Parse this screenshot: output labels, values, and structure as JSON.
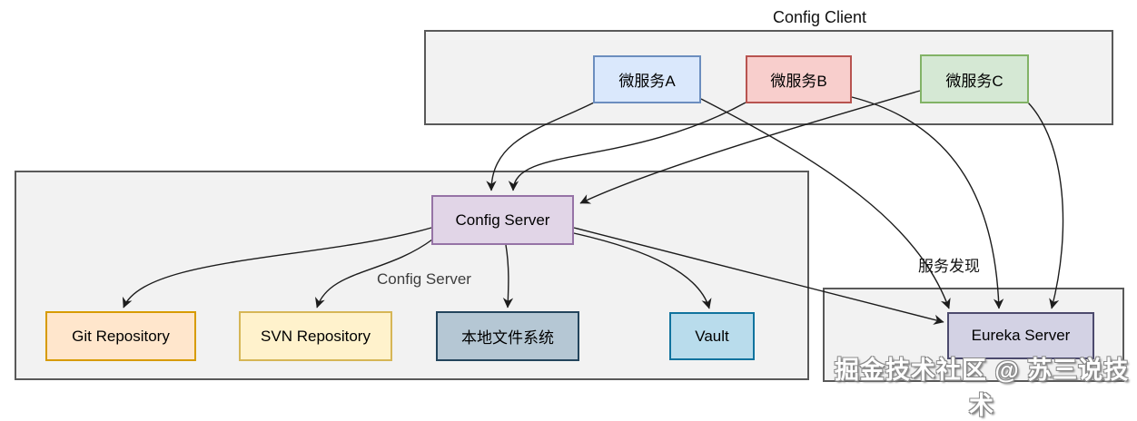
{
  "diagram": {
    "title_note": "Spring Cloud Config architecture diagram",
    "groups": {
      "config_client": {
        "label": "Config Client"
      },
      "config_server": {
        "label": "Config Server"
      },
      "service_discovery": {
        "label": "服务发现"
      }
    },
    "nodes": {
      "ms_a": {
        "label": "微服务A",
        "fill": "#dae8fc",
        "border": "#6c8ebf"
      },
      "ms_b": {
        "label": "微服务B",
        "fill": "#f8cecc",
        "border": "#b85450"
      },
      "ms_c": {
        "label": "微服务C",
        "fill": "#d5e8d4",
        "border": "#82b366"
      },
      "config_server": {
        "label": "Config Server",
        "fill": "#e1d5e7",
        "border": "#9673a6"
      },
      "git_repo": {
        "label": "Git Repository",
        "fill": "#ffe6cc",
        "border": "#d79b00"
      },
      "svn_repo": {
        "label": "SVN Repository",
        "fill": "#fff2cc",
        "border": "#d6b656"
      },
      "local_fs": {
        "label": "本地文件系统",
        "fill": "#b5c7d4",
        "border": "#23445c"
      },
      "vault": {
        "label": "Vault",
        "fill": "#b9dcec",
        "border": "#10739e"
      },
      "eureka": {
        "label": "Eureka Server",
        "fill": "#d3d2e4",
        "border": "#4c4a6d"
      }
    },
    "edges": [
      {
        "from": "微服务A",
        "to": "Config Server"
      },
      {
        "from": "微服务B",
        "to": "Config Server"
      },
      {
        "from": "微服务C",
        "to": "Config Server"
      },
      {
        "from": "Config Server",
        "to": "Git Repository"
      },
      {
        "from": "Config Server",
        "to": "SVN Repository"
      },
      {
        "from": "Config Server",
        "to": "本地文件系统"
      },
      {
        "from": "Config Server",
        "to": "Vault"
      },
      {
        "from": "Config Server",
        "to": "Eureka Server"
      },
      {
        "from": "微服务A",
        "to": "Eureka Server"
      },
      {
        "from": "微服务B",
        "to": "Eureka Server"
      },
      {
        "from": "微服务C",
        "to": "Eureka Server"
      }
    ],
    "edge_stroke": "#1c1c1c",
    "group_fill": "#f2f2f2",
    "group_border": "#595959",
    "watermark": {
      "text": "掘金技术社区 @ 苏三说技术"
    }
  }
}
